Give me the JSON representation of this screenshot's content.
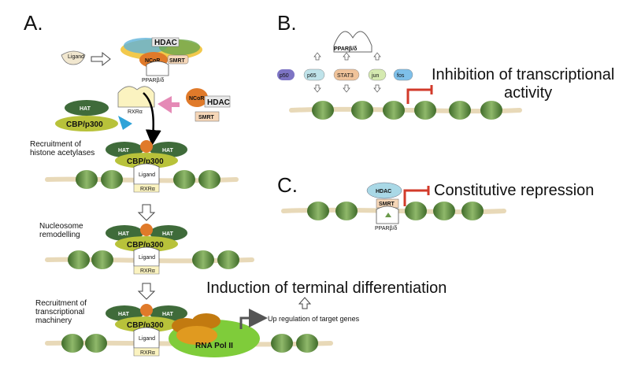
{
  "panels": {
    "a": "A.",
    "b": "B.",
    "c": "C."
  },
  "panel_a": {
    "ligand": "Ligand",
    "hdac": "HDAC",
    "ncor": "NCoR",
    "smrt": "SMRT",
    "ppar": "PPARβ/δ",
    "hat": "HAT",
    "cbp": "CBP/p300",
    "rxr": "RXRα",
    "step1": [
      "Recruitment of",
      "histone acetylases"
    ],
    "step2": [
      "Nucleosome",
      "remodelling"
    ],
    "step3": [
      "Recruitment of",
      "transcriptional",
      "machinery"
    ],
    "rna_pol": "RNA Pol II",
    "upreg": "Up regulation of target genes"
  },
  "panel_b": {
    "ppar": "PPARβ/δ",
    "factors": [
      "p50",
      "p65",
      "STAT3",
      "jun",
      "fos"
    ],
    "note": [
      "Inhibition of transcriptional",
      "activity"
    ]
  },
  "panel_c": {
    "hdac": "HDAC",
    "smrt": "SMRT",
    "ppar": "PPARβ/δ",
    "note": "Constitutive repression"
  },
  "induction": "Induction of terminal differentiation",
  "colors": {
    "dna": "#e8d9b8",
    "nucleosome": "#6f9a4a",
    "hat": "#3f6b3a",
    "cbp": "#b8c23a",
    "ncor": "#e07a2a",
    "repress": "#d23a2a",
    "rnapol": "#c27a10",
    "rnapol_bg": "#7fcc3a",
    "p50": "#7d74c4",
    "p65": "#bfe3ea",
    "stat3": "#f0c39a",
    "jun": "#d5eab0",
    "fos": "#7ec0ea",
    "hdac_c": "#a9d8e6"
  }
}
